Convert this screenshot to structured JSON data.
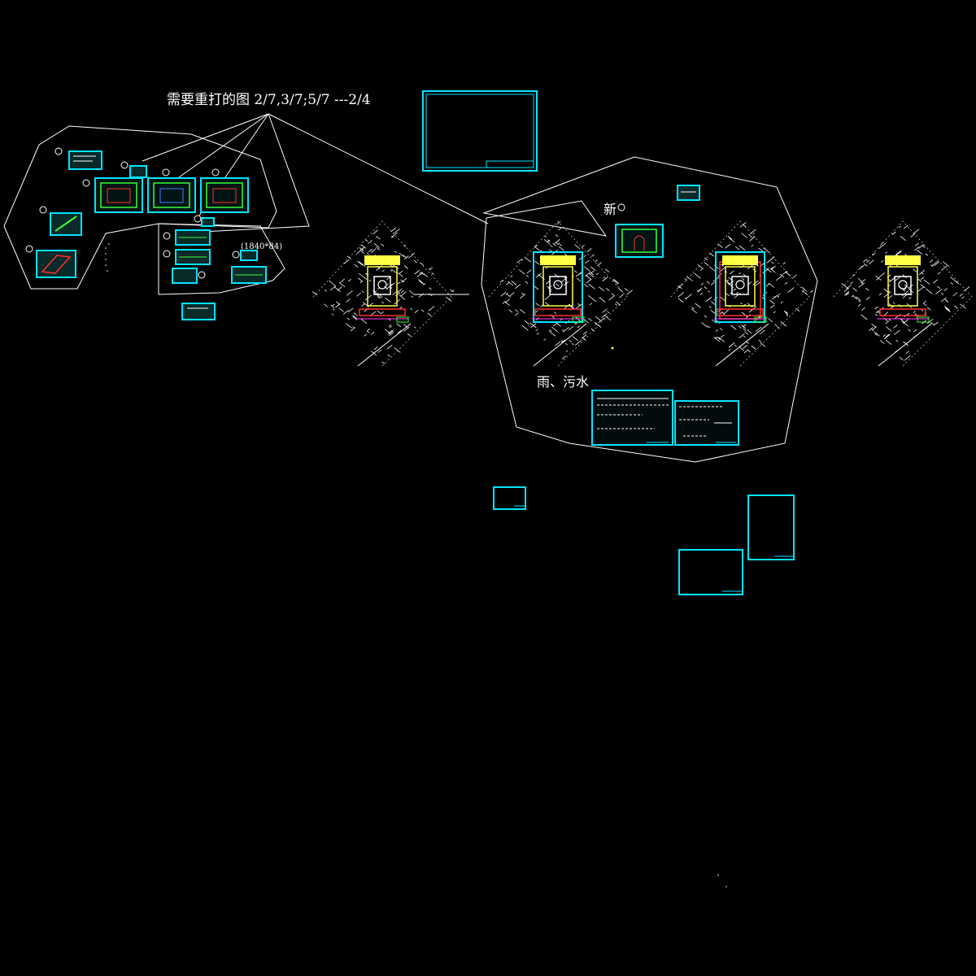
{
  "annotations": {
    "reprint_note": "需要重打的图 2/7,3/7;5/7 ---2/4",
    "new_label": "新",
    "stormwater_label": "雨、污水",
    "size_note": "(1840*84)"
  },
  "colors": {
    "background": "#000000",
    "outline": "#ffffff",
    "frame": "#00e5ff",
    "green": "#38ff38",
    "yellow": "#ffff44",
    "red": "#ff3030",
    "magenta": "#ff40ff"
  },
  "icons": {
    "sheet_marker": "circled-number-marker"
  }
}
